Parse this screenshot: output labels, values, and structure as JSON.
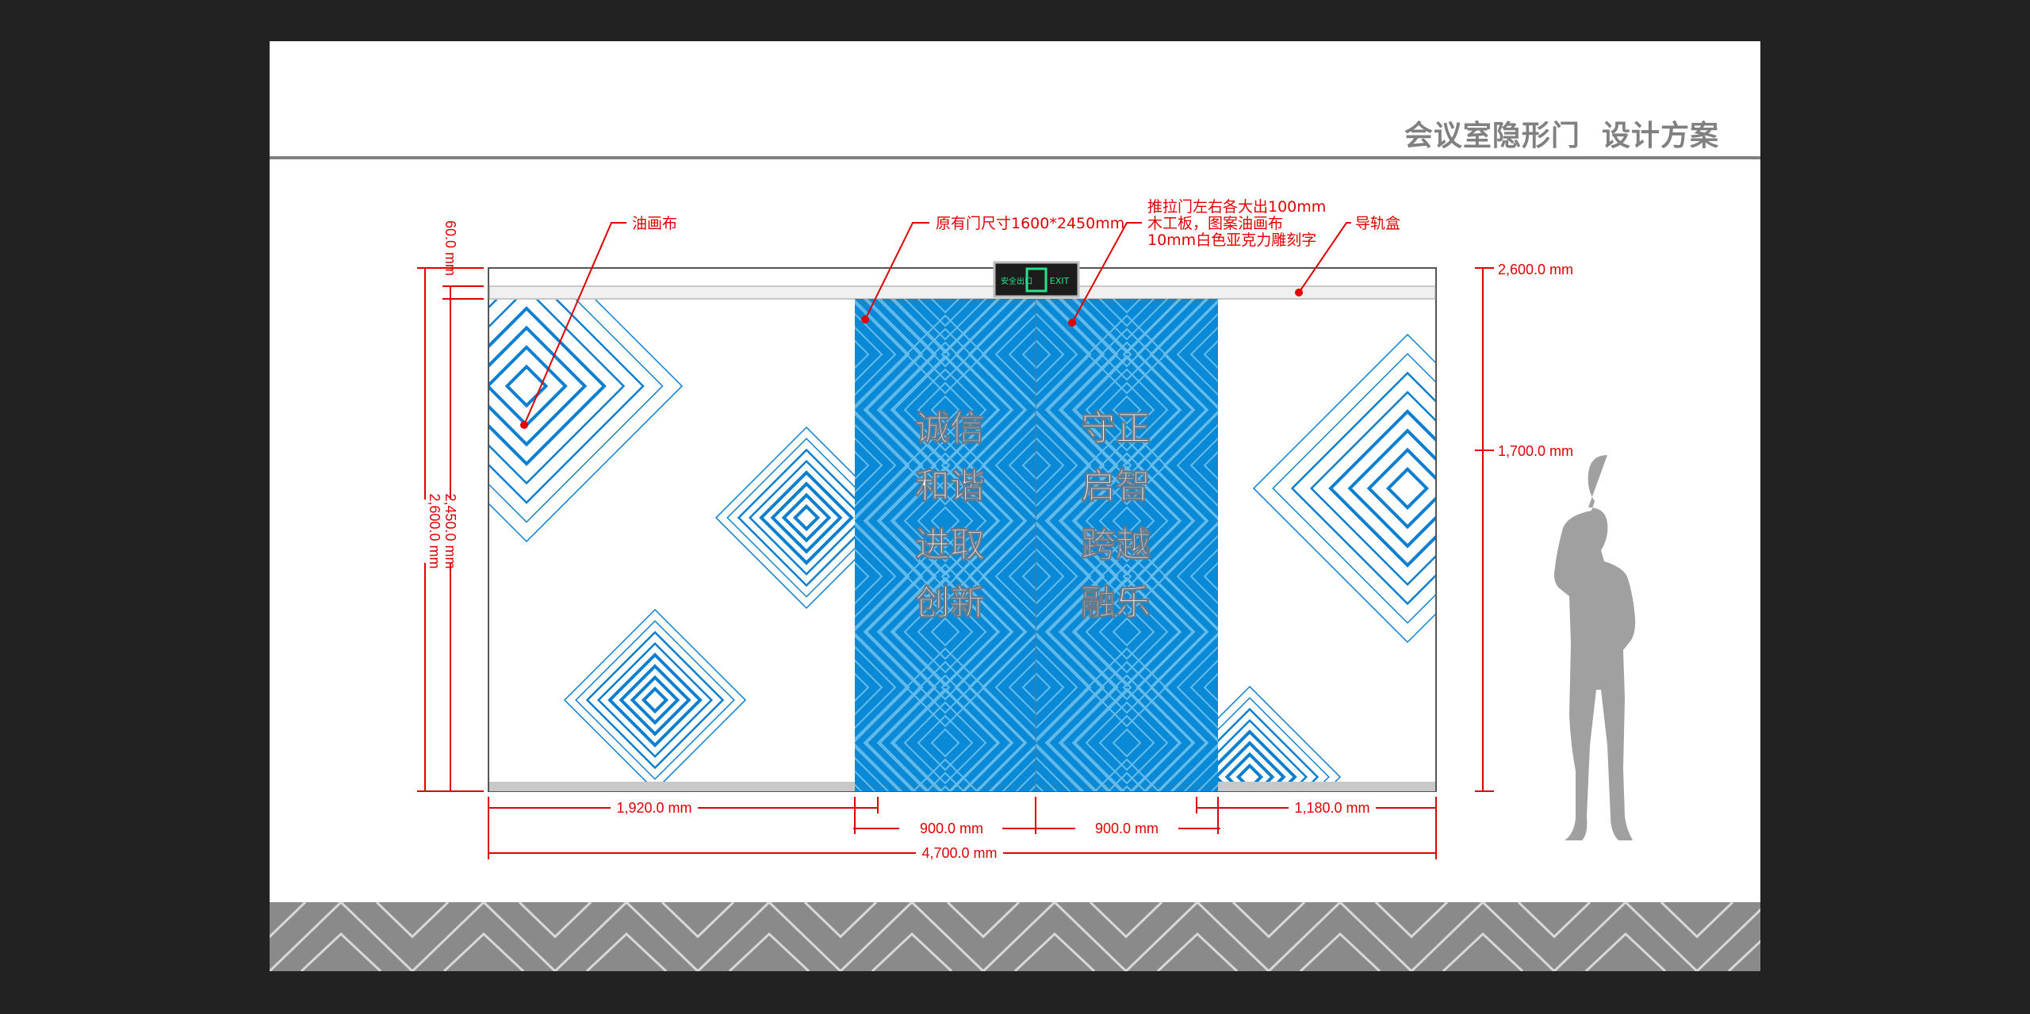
{
  "title": "会议室隐形门  设计方案",
  "exit_sign": {
    "cn": "安全出口",
    "en": "EXIT"
  },
  "callouts": {
    "canvas": "油画布",
    "original_door": "原有门尺寸1600*2450mm",
    "sliding_door": [
      "推拉门左右各大出100mm",
      "木工板，图案油画布",
      "10mm白色亚克力雕刻字"
    ],
    "rail_box": "导轨盒"
  },
  "door_words": {
    "left": [
      "诚信",
      "和谐",
      "进取",
      "创新"
    ],
    "right": [
      "守正",
      "启智",
      "跨越",
      "融乐"
    ]
  },
  "dimensions": {
    "rail_height": "60.0 mm",
    "door_height": "2,450.0 mm",
    "wall_height_left": "2,600.0 mm",
    "wall_height_right": "2,600.0 mm",
    "person_height": "1,700.0 mm",
    "left_wall": "1,920.0 mm",
    "door_left": "900.0 mm",
    "door_right": "900.0 mm",
    "right_wall": "1,180.0 mm",
    "total_width": "4,700.0 mm"
  },
  "colors": {
    "blue": "#0a8ad6",
    "dim_red": "#e00000",
    "gray": "#808080"
  }
}
